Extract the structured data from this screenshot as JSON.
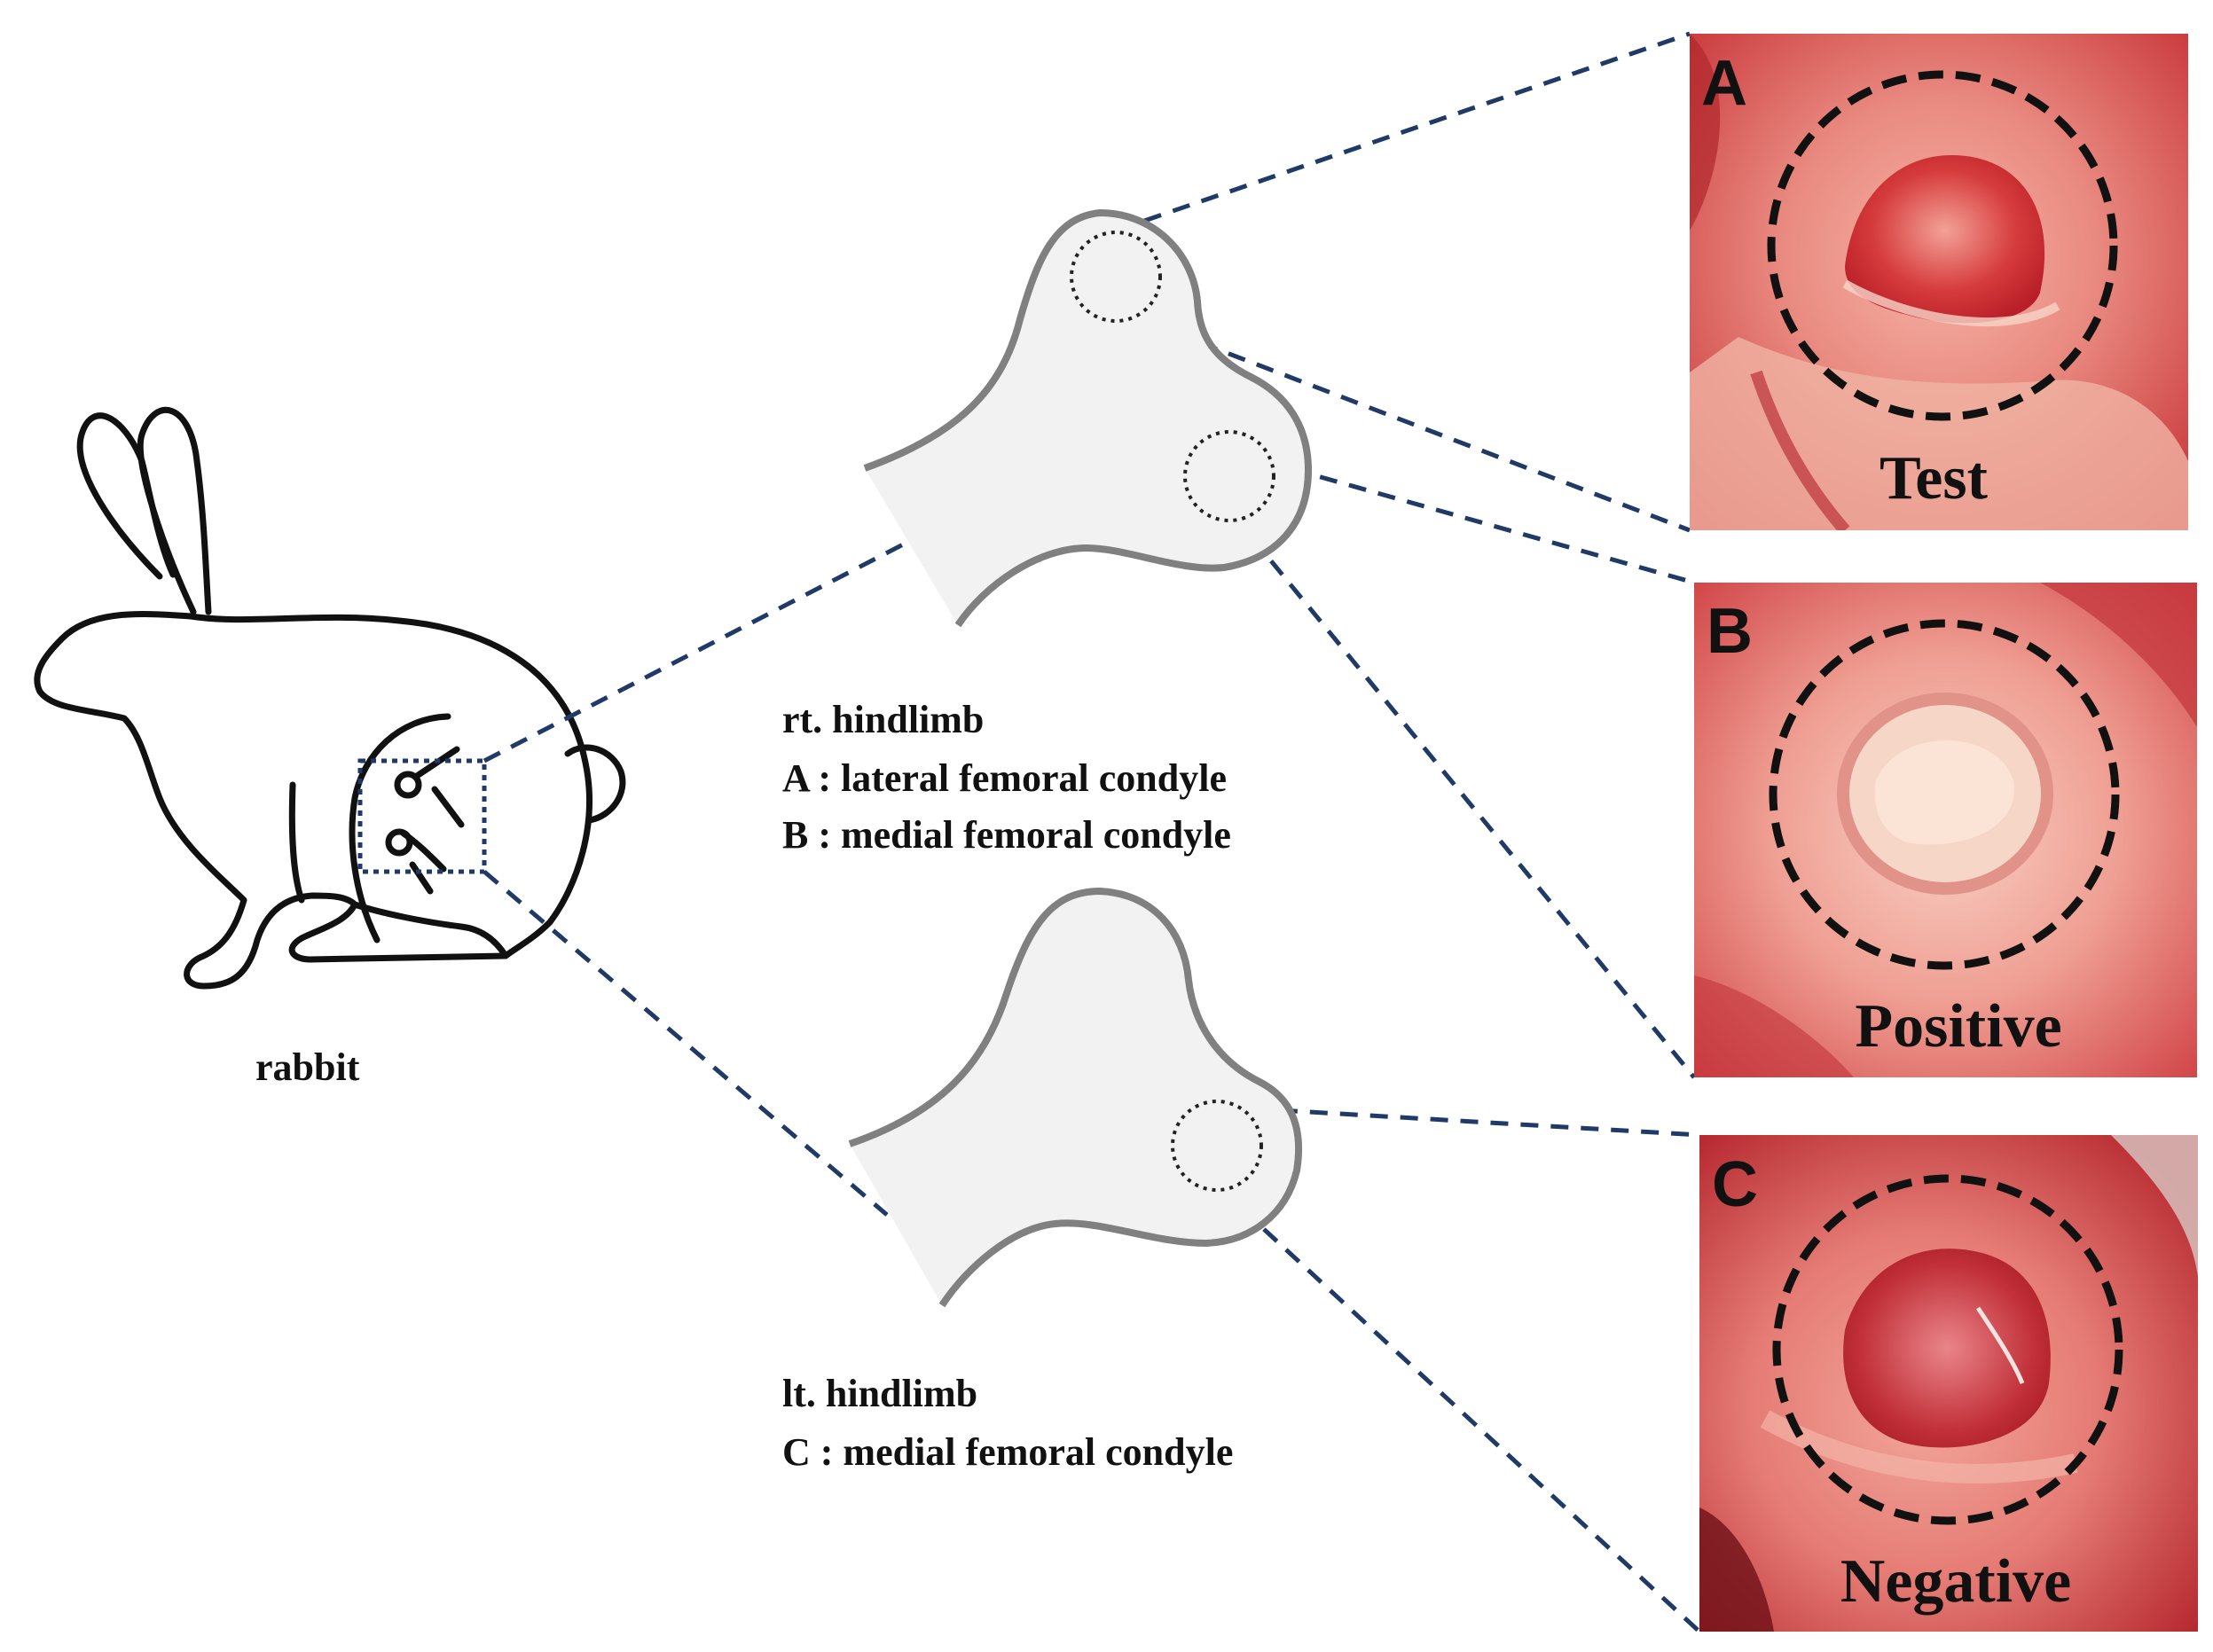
{
  "rabbit_label": "rabbit",
  "rt_hindlimb": {
    "title": "rt. hindlimb",
    "line_a": "A : lateral femoral condyle",
    "line_b": "B : medial femoral condyle"
  },
  "lt_hindlimb": {
    "title": "lt. hindlimb",
    "line_c": "C : medial femoral condyle"
  },
  "panels": [
    {
      "letter": "A",
      "caption": "Test"
    },
    {
      "letter": "B",
      "caption": "Positive"
    },
    {
      "letter": "C",
      "caption": "Negative"
    }
  ],
  "colors": {
    "dashed_line": "#1f3a66",
    "bone_fill": "#f2f2f2",
    "bone_stroke": "#808080",
    "tissue": "#e7847f"
  }
}
